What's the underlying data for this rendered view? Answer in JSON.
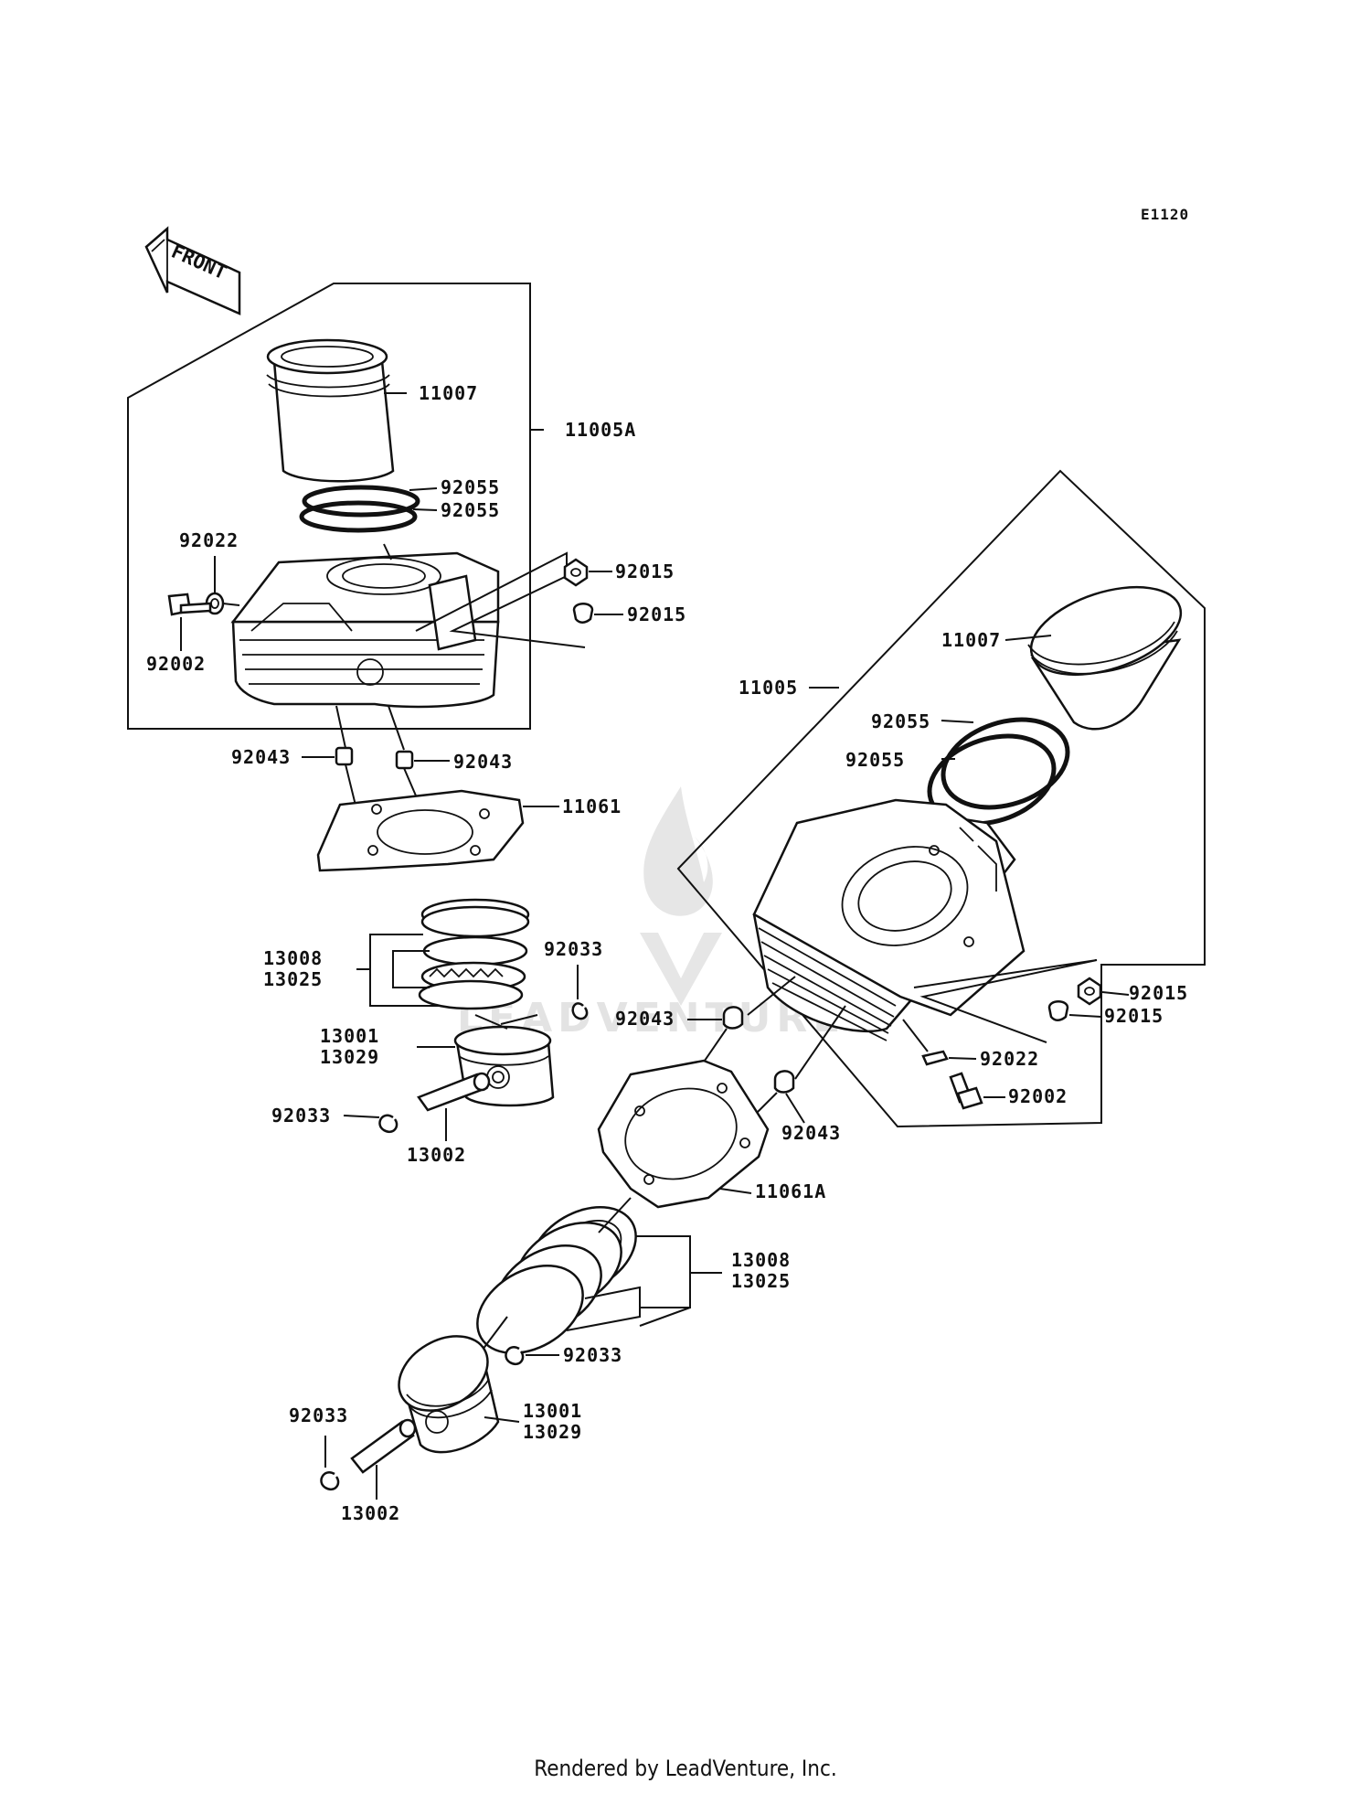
{
  "diagram_code": "E1120",
  "front_label": "FRONT",
  "footer_text": "Rendered by LeadVenture, Inc.",
  "watermark_text": "LEADVENTURE",
  "upper_assembly": {
    "cylinder_assy": "11005A",
    "sleeve": "11007",
    "o_ring_a": "92055",
    "o_ring_b": "92055",
    "washer": "92022",
    "bolt": "92002",
    "nut_a": "92015",
    "nut_b": "92015",
    "dowel_left": "92043",
    "dowel_right": "92043",
    "gasket": "11061",
    "rings_a": "13008",
    "rings_b": "13025",
    "circlip_right": "92033",
    "piston_a": "13001",
    "piston_b": "13029",
    "circlip_left": "92033",
    "pin": "13002"
  },
  "lower_assembly": {
    "cylinder_assy": "11005",
    "sleeve": "11007",
    "o_ring_a": "92055",
    "o_ring_b": "92055",
    "nut_a": "92015",
    "nut_b": "92015",
    "washer": "92022",
    "bolt": "92002",
    "dowel_left": "92043",
    "dowel_right": "92043",
    "gasket": "11061A",
    "rings_a": "13008",
    "rings_b": "13025",
    "circlip_right": "92033",
    "circlip_left": "92033",
    "piston_a": "13001",
    "piston_b": "13029",
    "pin": "13002"
  }
}
